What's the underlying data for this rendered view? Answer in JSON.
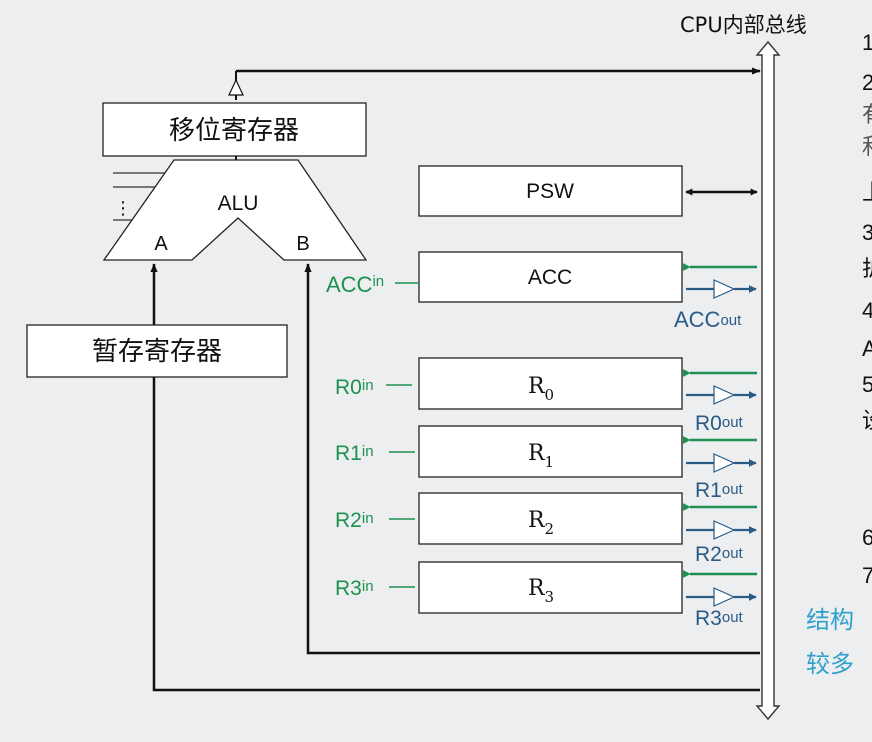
{
  "bus_title": "CPU内部总线",
  "shift_register": "移位寄存器",
  "temp_register": "暂存寄存器",
  "alu": {
    "name": "ALU",
    "input_a": "A",
    "input_b": "B",
    "dots": "⋮"
  },
  "psw": "PSW",
  "acc": {
    "name": "ACC",
    "in_main": "ACC",
    "in_sub": "in",
    "out_main": "ACC",
    "out_sub": "out"
  },
  "registers": [
    {
      "base": "R",
      "sub": "0",
      "in_main": "R0",
      "in_sub": "in",
      "out_main": "R0",
      "out_sub": "out"
    },
    {
      "base": "R",
      "sub": "1",
      "in_main": "R1",
      "in_sub": "in",
      "out_main": "R1",
      "out_sub": "out"
    },
    {
      "base": "R",
      "sub": "2",
      "in_main": "R2",
      "in_sub": "in",
      "out_main": "R2",
      "out_sub": "out"
    },
    {
      "base": "R",
      "sub": "3",
      "in_main": "R3",
      "in_sub": "in",
      "out_main": "R3",
      "out_sub": "out"
    }
  ],
  "side_list": [
    {
      "text": "1"
    },
    {
      "text": "2"
    },
    {
      "text": "有"
    },
    {
      "text": "和"
    },
    {
      "text": "上"
    },
    {
      "text": "3"
    },
    {
      "text": "护"
    },
    {
      "text": "4"
    },
    {
      "text": "A"
    },
    {
      "text": "5"
    },
    {
      "text": "设"
    },
    {
      "text": "6"
    },
    {
      "text": "7"
    }
  ],
  "notes": {
    "line1": "结构",
    "line2": "较多"
  },
  "colors": {
    "green": "#1e9150",
    "blue": "#2a5a86",
    "black": "#111111",
    "note": "#2ea0cc"
  }
}
